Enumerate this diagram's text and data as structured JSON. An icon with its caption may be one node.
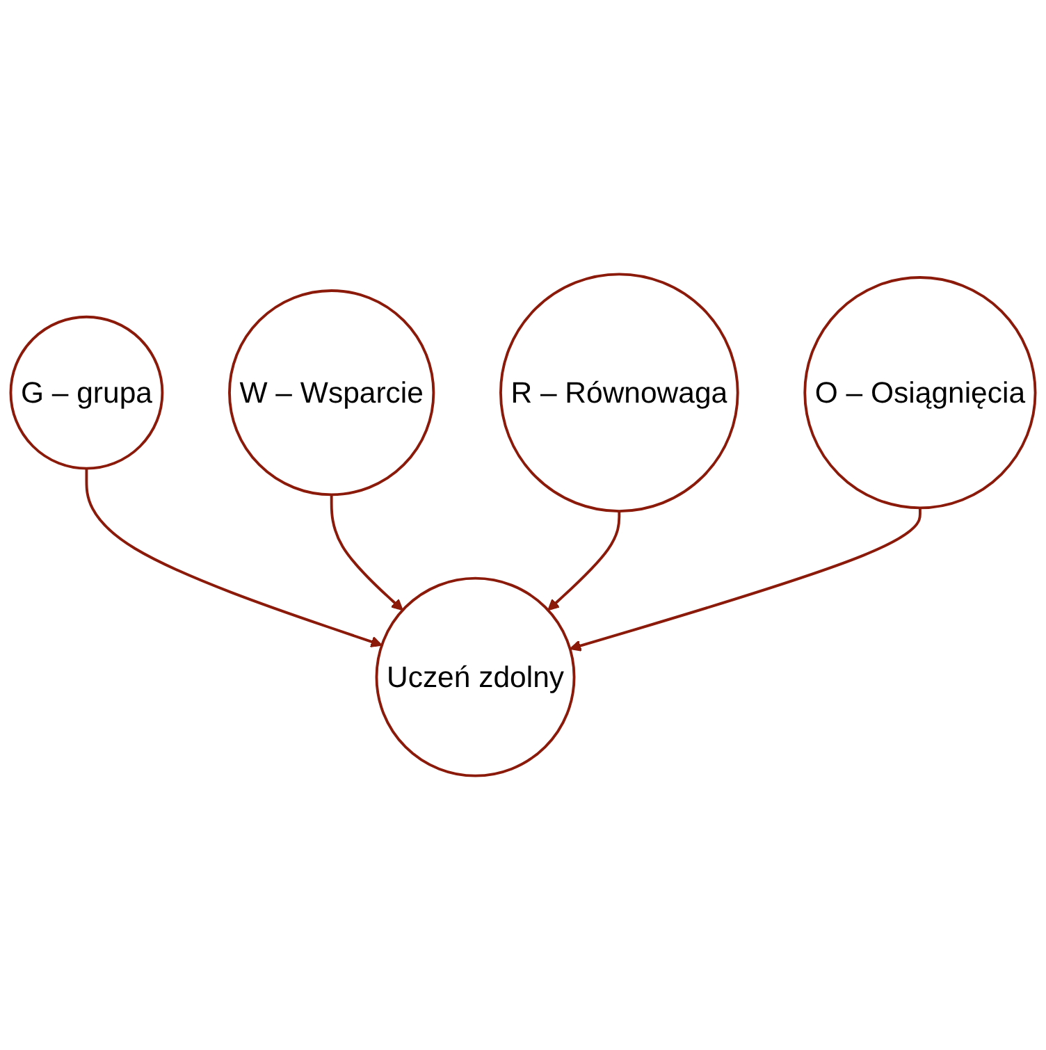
{
  "diagram": {
    "nodes": [
      {
        "text": [
          "G – grupa"
        ]
      },
      {
        "text": [
          "W – Wsparcie"
        ]
      },
      {
        "text": [
          "Uczeń zdolny"
        ]
      },
      {
        "text": [
          "R – Równowaga"
        ]
      },
      {
        "text": [
          "O – Osiągnięcia"
        ]
      }
    ],
    "edges": [
      {
        "from": 0,
        "to": 2,
        "arrow": "to"
      },
      {
        "from": 1,
        "to": 2,
        "arrow": "to"
      },
      {
        "from": 3,
        "to": 2,
        "arrow": "to"
      },
      {
        "from": 4,
        "to": 2,
        "arrow": "to"
      }
    ]
  }
}
